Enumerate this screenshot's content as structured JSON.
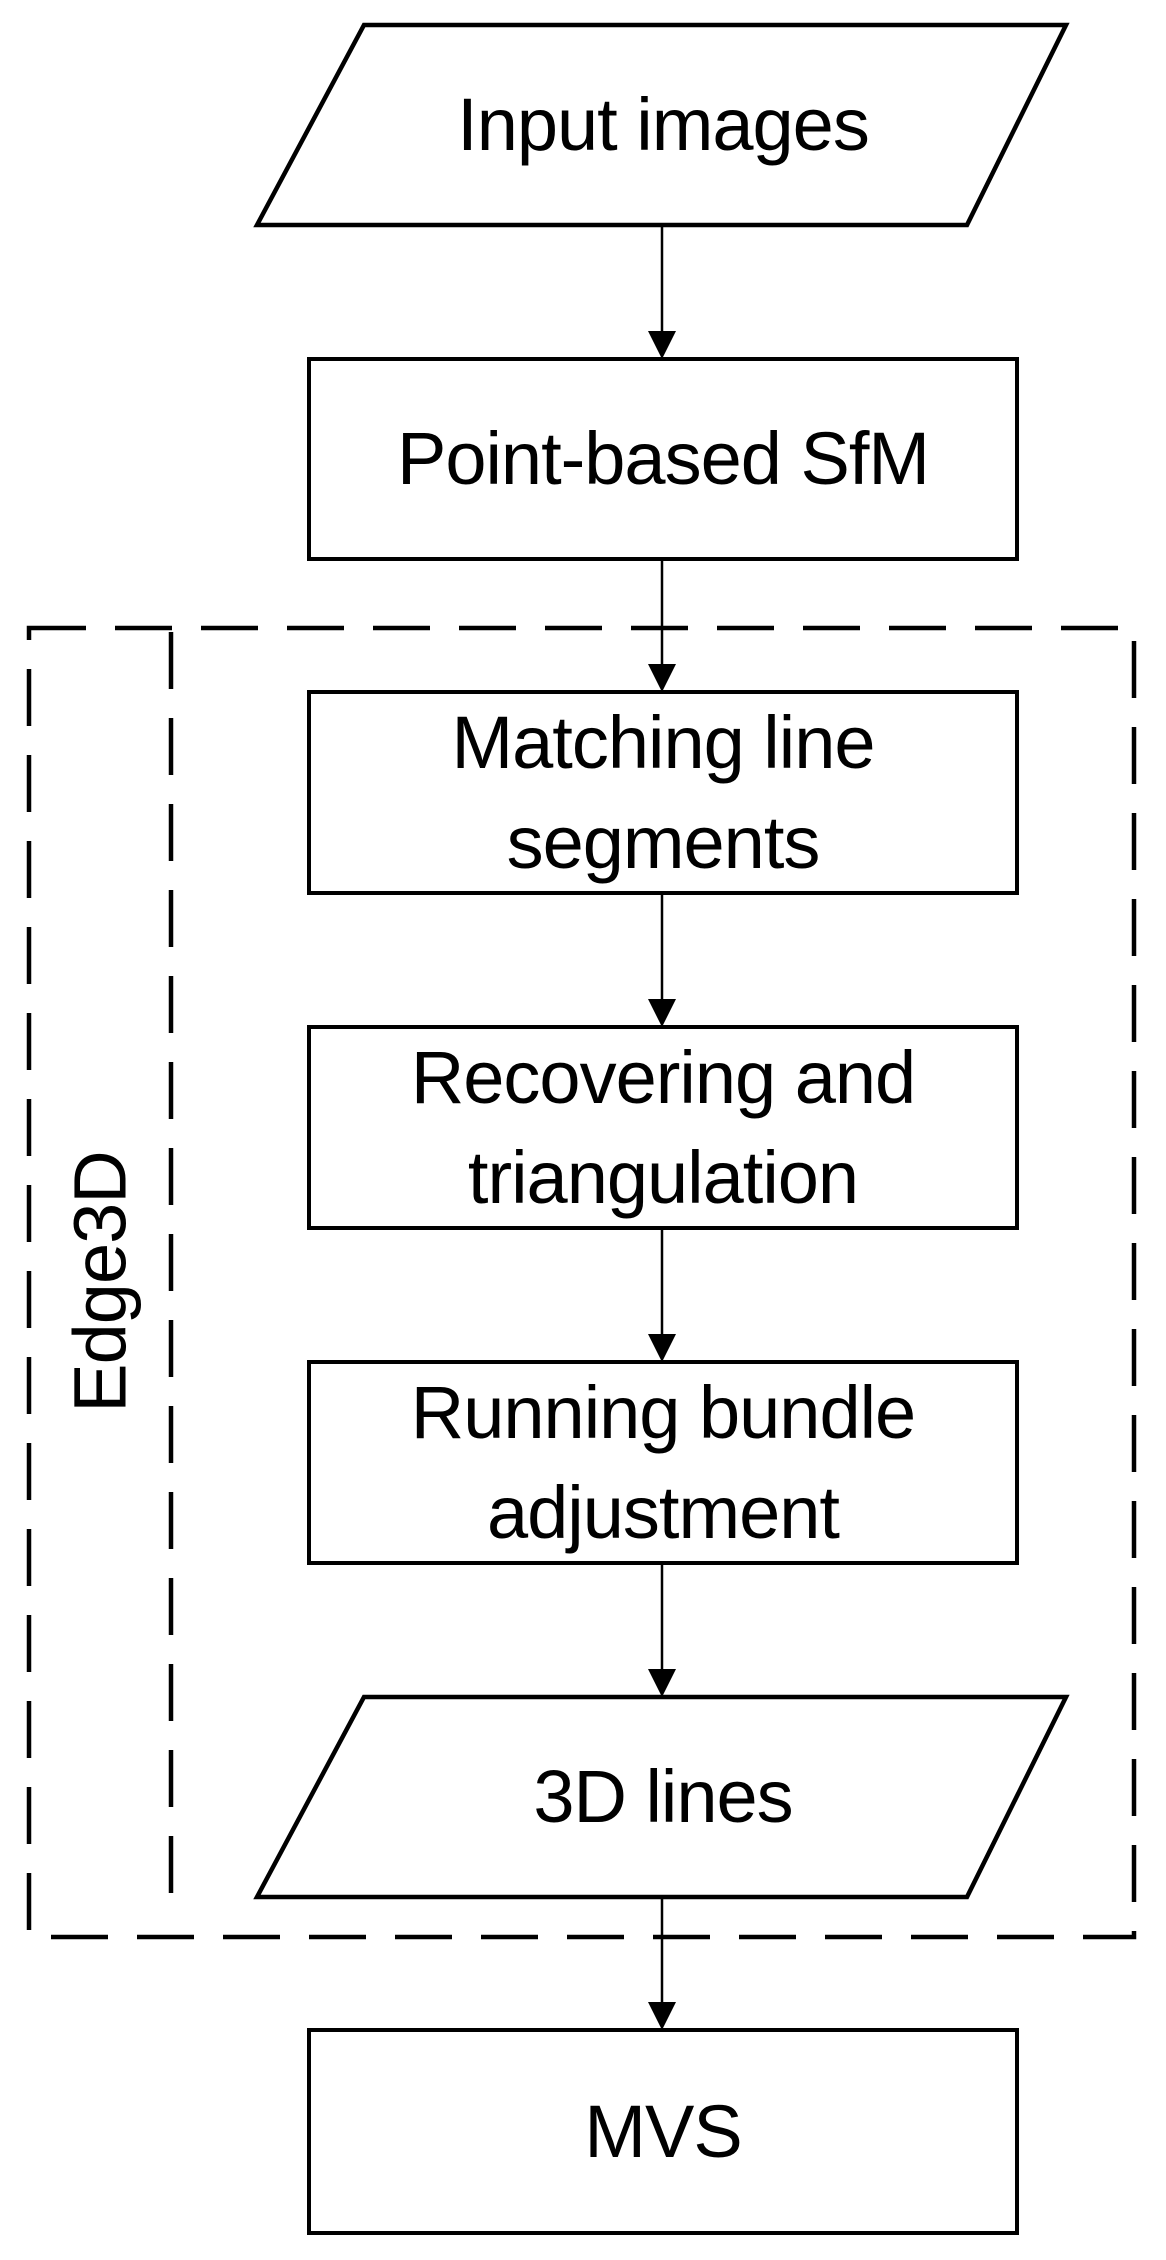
{
  "diagram": {
    "background": "#ffffff",
    "stroke_color": "#000000",
    "group": {
      "label": "Edge3D"
    },
    "nodes": {
      "input": {
        "label": "Input images",
        "shape": "parallelogram",
        "lines": [
          "Input images"
        ]
      },
      "sfm": {
        "label": "Point-based SfM",
        "shape": "rectangle",
        "lines": [
          "Point-based SfM"
        ]
      },
      "matching": {
        "label": "Matching line segments",
        "shape": "rectangle",
        "lines": [
          "Matching line",
          "segments"
        ]
      },
      "recovering": {
        "label": "Recovering and triangulation",
        "shape": "rectangle",
        "lines": [
          "Recovering and",
          "triangulation"
        ]
      },
      "bundle": {
        "label": "Running bundle adjustment",
        "shape": "rectangle",
        "lines": [
          "Running bundle",
          "adjustment"
        ]
      },
      "lines3d": {
        "label": "3D lines",
        "shape": "parallelogram",
        "lines": [
          "3D lines"
        ]
      },
      "mvs": {
        "label": "MVS",
        "shape": "rectangle",
        "lines": [
          "MVS"
        ]
      }
    },
    "edges": [
      {
        "from": "input",
        "to": "sfm"
      },
      {
        "from": "sfm",
        "to": "matching"
      },
      {
        "from": "matching",
        "to": "recovering"
      },
      {
        "from": "recovering",
        "to": "bundle"
      },
      {
        "from": "bundle",
        "to": "lines3d"
      },
      {
        "from": "lines3d",
        "to": "mvs"
      }
    ]
  }
}
